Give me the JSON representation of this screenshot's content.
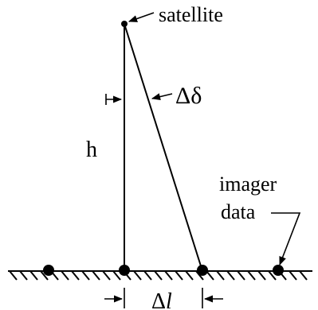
{
  "diagram": {
    "labels": {
      "satellite": "satellite",
      "delta_delta": "Δδ",
      "height": "h",
      "imager_line1": "imager",
      "imager_line2": "data",
      "delta_l_prefix": "Δ",
      "delta_l_var": "l"
    },
    "colors": {
      "ink": "#000000",
      "background": "#ffffff"
    }
  }
}
